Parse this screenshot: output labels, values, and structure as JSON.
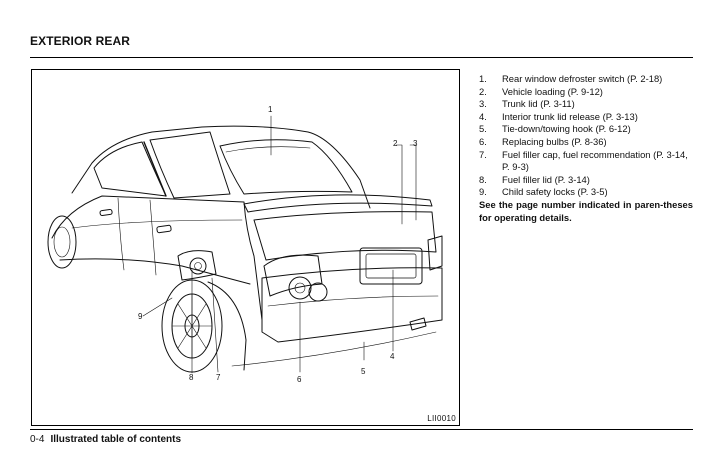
{
  "page": {
    "section_title": "EXTERIOR REAR",
    "footer_page": "0-4",
    "footer_title": "Illustrated table of contents"
  },
  "figure": {
    "id": "LII0010",
    "callouts": [
      "1",
      "2",
      "3",
      "4",
      "5",
      "6",
      "7",
      "8",
      "9"
    ]
  },
  "legend": {
    "items": [
      {
        "num": "1.",
        "text": "Rear window defroster switch (P. 2-18)"
      },
      {
        "num": "2.",
        "text": "Vehicle loading (P. 9-12)"
      },
      {
        "num": "3.",
        "text": "Trunk lid (P. 3-11)"
      },
      {
        "num": "4.",
        "text": "Interior trunk lid release (P. 3-13)"
      },
      {
        "num": "5.",
        "text": "Tie-down/towing hook (P. 6-12)"
      },
      {
        "num": "6.",
        "text": "Replacing bulbs (P. 8-36)"
      },
      {
        "num": "7.",
        "text": "Fuel filler cap, fuel recommendation (P. 3-14, P. 9-3)"
      },
      {
        "num": "8.",
        "text": "Fuel filler lid (P. 3-14)"
      },
      {
        "num": "9.",
        "text": "Child safety locks (P. 3-5)"
      }
    ],
    "note": "See the page number indicated in paren-theses for operating details."
  }
}
